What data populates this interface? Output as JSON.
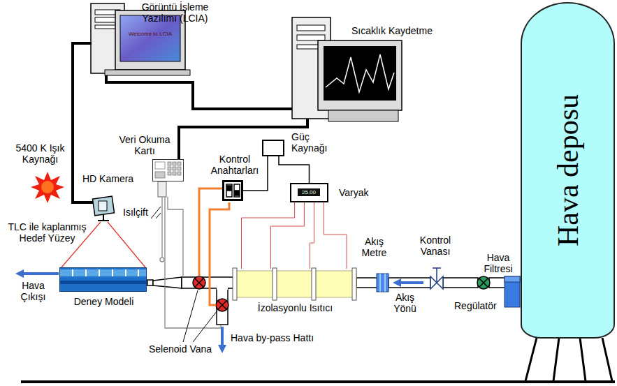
{
  "diagram": {
    "nodes": [
      {
        "text": [
          "Veri Okuma Kartı"
        ]
      },
      {
        "text": [
          "Kontrol Anahtarları"
        ]
      },
      {
        "text": [
          "Güç Kaynağı"
        ]
      },
      {
        "text": [
          "Varyak",
          "25.00"
        ]
      },
      {
        "text": [
          "Deney Modeli"
        ]
      },
      {
        "text": [
          "İzolasyonlu Isıtıcı"
        ]
      },
      {
        "text": [
          "Hava deposu"
        ]
      }
    ],
    "edges": [
      {
        "from": 2,
        "to": 1,
        "arrow": "none"
      },
      {
        "from": 2,
        "to": 3,
        "arrow": "none"
      },
      {
        "from": 3,
        "to": 5,
        "arrow": "none"
      }
    ],
    "labels": [
      "Görüntü İşleme Yazılımı (LCIA)",
      "Welcome to LCIA",
      "Sıcaklık Kaydetme",
      "5400 K Işık Kaynağı",
      "HD Kamera",
      "Isılçift",
      "TLC ile kaplanmış Hedef Yüzey",
      "Hava Çıkışı",
      "Selenoid Vana",
      "Hava by-pass Hattı",
      "Akış Metre",
      "Kontrol Vanası",
      "Akış Yönü",
      "Regülatör",
      "Hava Filtresi"
    ]
  }
}
